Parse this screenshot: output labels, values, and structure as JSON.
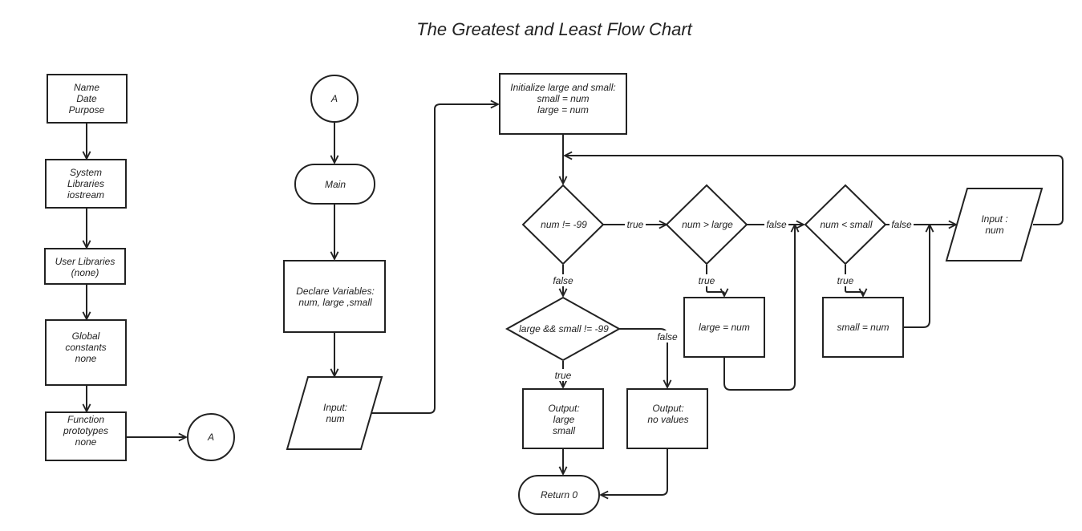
{
  "title": "The Greatest and Least Flow Chart",
  "nodes": {
    "header": [
      "Name",
      "Date",
      "Purpose"
    ],
    "system_libraries": [
      "System",
      "Libraries",
      "iostream"
    ],
    "user_libraries": [
      "User Libraries",
      "(none)"
    ],
    "global_constants": [
      "Global",
      "constants",
      "none"
    ],
    "function_prototypes": [
      "Function",
      "prototypes",
      "none"
    ],
    "connector_a_left": [
      "A"
    ],
    "connector_a_top": [
      "A"
    ],
    "main": [
      "Main"
    ],
    "declare": [
      "Declare Variables:",
      "num, large ,small"
    ],
    "input_first": [
      "Input:",
      "num"
    ],
    "initialize": [
      "Initialize large and small:",
      "small = num",
      "large = num"
    ],
    "decision_num": [
      "num != -99"
    ],
    "decision_large": [
      "num > large"
    ],
    "decision_small": [
      "num < small"
    ],
    "input_loop": [
      "Input :",
      "num"
    ],
    "assign_large": [
      "large = num"
    ],
    "assign_small": [
      "small = num"
    ],
    "decision_values": [
      "large && small != -99"
    ],
    "output_values": [
      "Output:",
      "large",
      "small"
    ],
    "output_none": [
      "Output:",
      "no values"
    ],
    "return": [
      "Return 0"
    ]
  },
  "edge_labels": {
    "num_true": "true",
    "num_false": "false",
    "large_true": "true",
    "large_false": "false",
    "small_true": "true",
    "small_false": "false",
    "values_true": "true",
    "values_false": "false"
  }
}
